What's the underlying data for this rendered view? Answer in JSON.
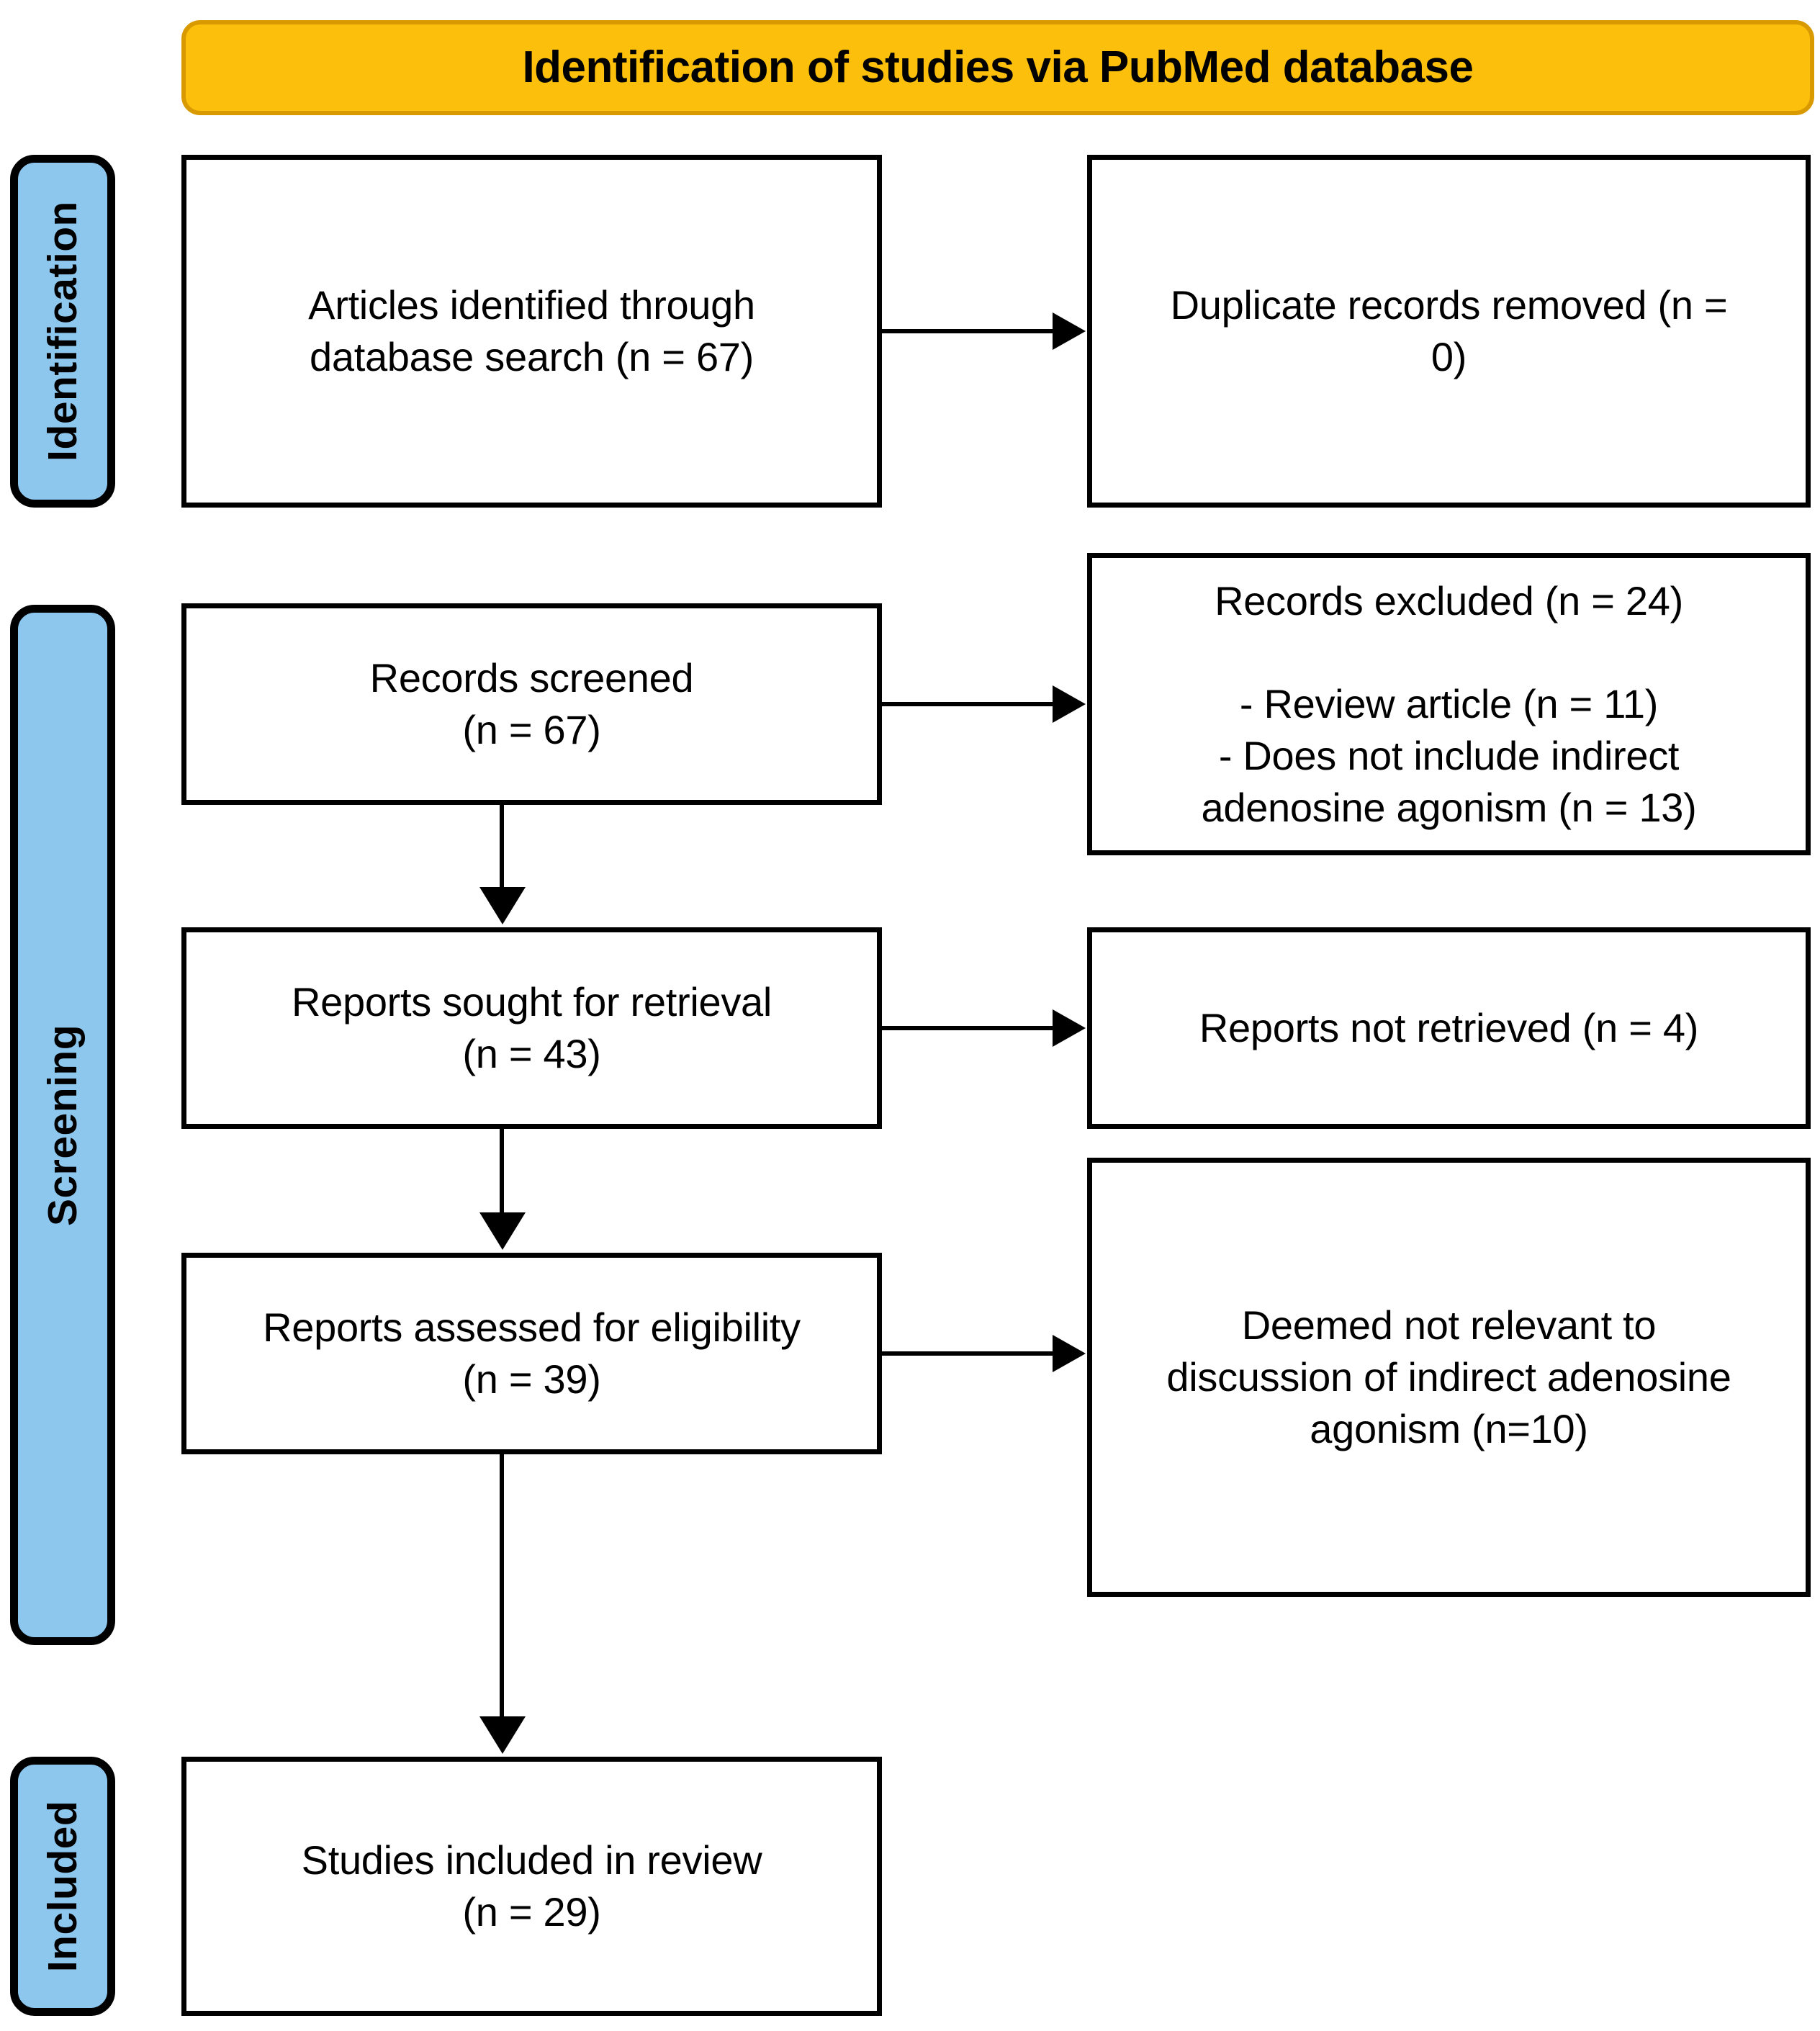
{
  "header": {
    "title": "Identification of studies via PubMed database",
    "fill_color": "#FBBF0C",
    "border_color": "#D99A00"
  },
  "stages": [
    {
      "id": "identification",
      "label": "Identification",
      "fill_color": "#8DC7EE"
    },
    {
      "id": "screening",
      "label": "Screening",
      "fill_color": "#8DC7EE"
    },
    {
      "id": "included",
      "label": "Included",
      "fill_color": "#8DC7EE"
    }
  ],
  "boxes": {
    "identified": {
      "text": "Articles identified through\ndatabase search (n = 67)"
    },
    "duplicates": {
      "text": "Duplicate records removed (n =\n0)"
    },
    "screened": {
      "text": "Records screened\n(n = 67)"
    },
    "excluded": {
      "text": "Records excluded (n = 24)\n\n- Review article (n = 11)\n- Does not include indirect\nadenosine agonism (n = 13)"
    },
    "sought": {
      "text": "Reports sought for retrieval\n(n = 43)"
    },
    "not_retrieved": {
      "text": "Reports not retrieved (n = 4)"
    },
    "assessed": {
      "text": "Reports assessed for eligibility\n(n = 39)"
    },
    "not_relevant": {
      "text": "Deemed not relevant to\ndiscussion of indirect adenosine\nagonism (n=10)"
    },
    "included": {
      "text": "Studies included in review\n(n = 29)"
    }
  },
  "chart_data": {
    "type": "diagram",
    "title": "Identification of studies via PubMed database",
    "nodes": [
      {
        "id": "identified",
        "stage": "Identification",
        "column": "left",
        "label": "Articles identified through database search",
        "n": 67
      },
      {
        "id": "duplicates",
        "stage": "Identification",
        "column": "right",
        "label": "Duplicate records removed",
        "n": 0
      },
      {
        "id": "screened",
        "stage": "Screening",
        "column": "left",
        "label": "Records screened",
        "n": 67
      },
      {
        "id": "excluded",
        "stage": "Screening",
        "column": "right",
        "label": "Records excluded",
        "n": 24,
        "reasons": [
          {
            "label": "Review article",
            "n": 11
          },
          {
            "label": "Does not include indirect adenosine agonism",
            "n": 13
          }
        ]
      },
      {
        "id": "sought",
        "stage": "Screening",
        "column": "left",
        "label": "Reports sought for retrieval",
        "n": 43
      },
      {
        "id": "not_retrieved",
        "stage": "Screening",
        "column": "right",
        "label": "Reports not retrieved",
        "n": 4
      },
      {
        "id": "assessed",
        "stage": "Screening",
        "column": "left",
        "label": "Reports assessed for eligibility",
        "n": 39
      },
      {
        "id": "not_relevant",
        "stage": "Screening",
        "column": "right",
        "label": "Deemed not relevant to discussion of indirect adenosine agonism",
        "n": 10
      },
      {
        "id": "included",
        "stage": "Included",
        "column": "left",
        "label": "Studies included in review",
        "n": 29
      }
    ],
    "edges": [
      {
        "from": "identified",
        "to": "duplicates",
        "direction": "right"
      },
      {
        "from": "screened",
        "to": "excluded",
        "direction": "right"
      },
      {
        "from": "screened",
        "to": "sought",
        "direction": "down"
      },
      {
        "from": "sought",
        "to": "not_retrieved",
        "direction": "right"
      },
      {
        "from": "sought",
        "to": "assessed",
        "direction": "down"
      },
      {
        "from": "assessed",
        "to": "not_relevant",
        "direction": "right"
      },
      {
        "from": "assessed",
        "to": "included",
        "direction": "down"
      }
    ]
  }
}
